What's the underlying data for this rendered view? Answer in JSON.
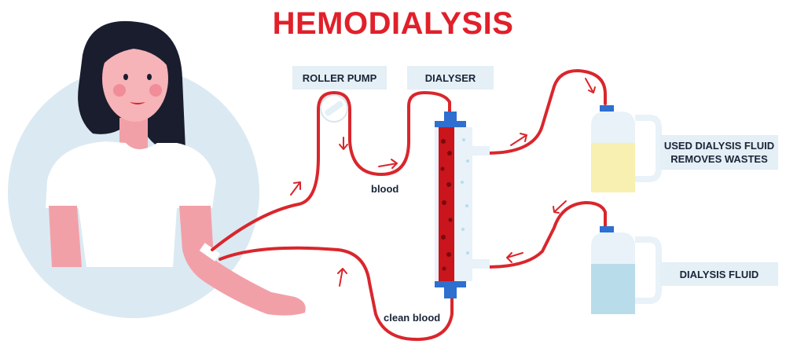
{
  "title": "HEMODIALYSIS",
  "labels": {
    "roller_pump": "ROLLER PUMP",
    "dialyser": "DIALYSER",
    "used_fluid_line1": "USED DIALYSIS FLUID",
    "used_fluid_line2": "REMOVES WASTES",
    "dialysis_fluid": "DIALYSIS FLUID",
    "blood": "blood",
    "clean_blood": "clean blood"
  },
  "colors": {
    "title": "#e0202a",
    "tube": "#d9262c",
    "label_bg": "#e4eff6",
    "circle_bg": "#dbe9f2",
    "skin": "#f2a0a8",
    "hair": "#1a1d2e",
    "cap": "#2e6fd0",
    "used_fluid": "#f7f0b0",
    "clean_fluid": "#b9dceb",
    "blood": "#c9151b"
  },
  "icons": [
    "patient-figure",
    "roller-pump-icon",
    "dialyser-icon",
    "used-fluid-jug-icon",
    "dialysis-fluid-jug-icon",
    "flow-arrow-icon"
  ]
}
